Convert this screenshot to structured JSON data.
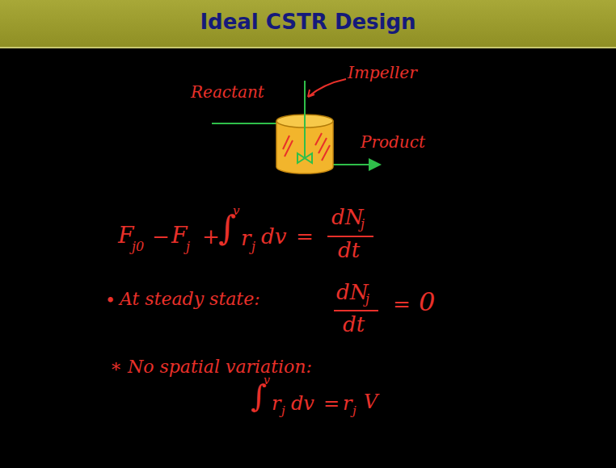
{
  "diagram": {
    "title": "Ideal CSTR Design",
    "labels": [
      "Reactant",
      "Impeller",
      "Product",
      "F",
      "j0",
      "−",
      "F",
      "j",
      "+",
      "∫",
      "v",
      "r",
      "j",
      "dv",
      "=",
      "dN",
      "j",
      "dt",
      "•",
      "At steady state:",
      "dN",
      "j",
      "dt",
      "=",
      "0",
      "*",
      "No spatial variation:",
      "∫",
      "v",
      "r",
      "j",
      "dv",
      "=",
      "r",
      "j",
      "V"
    ]
  }
}
